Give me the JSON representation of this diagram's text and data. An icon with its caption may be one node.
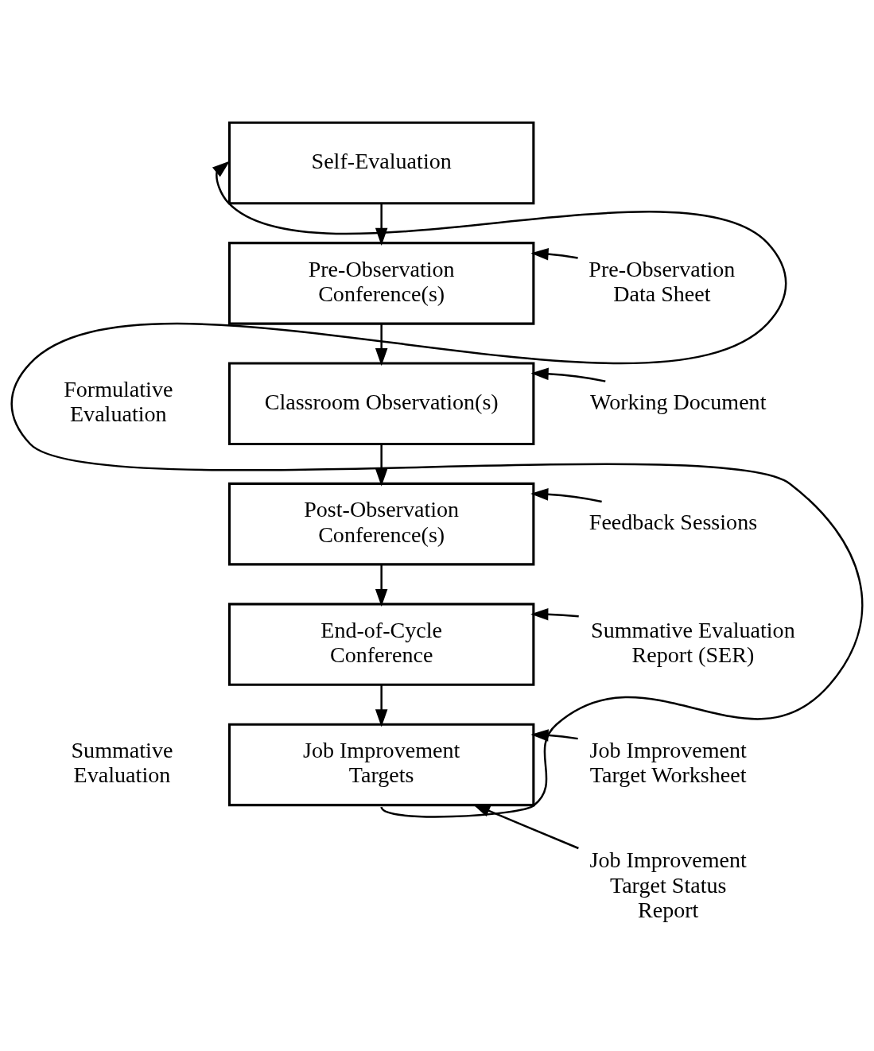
{
  "diagram": {
    "nodes": [
      {
        "text": [
          "Self-Evaluation"
        ]
      },
      {
        "text": [
          "Pre-Observation Conference(s)"
        ]
      },
      {
        "text": [
          "Classroom Observation(s)"
        ]
      },
      {
        "text": [
          "Post-Observation Conference(s)"
        ]
      },
      {
        "text": [
          "End-of-Cycle Conference"
        ]
      },
      {
        "text": [
          "Job Improvement Targets"
        ]
      },
      {
        "text": [
          "Pre-Observation Data Sheet"
        ]
      },
      {
        "text": [
          "Working Document"
        ]
      },
      {
        "text": [
          "Feedback Sessions"
        ]
      },
      {
        "text": [
          "Summative Evaluation Report (SER)"
        ]
      },
      {
        "text": [
          "Job Improvement Target Worksheet"
        ]
      },
      {
        "text": [
          "Job Improvement Target Status Report"
        ]
      }
    ],
    "edges": [
      {
        "from": 0,
        "to": 1,
        "arrow": "to"
      },
      {
        "from": 1,
        "to": 2,
        "arrow": "to"
      },
      {
        "from": 2,
        "to": 3,
        "arrow": "to"
      },
      {
        "from": 3,
        "to": 4,
        "arrow": "to"
      },
      {
        "from": 4,
        "to": 5,
        "arrow": "to"
      },
      {
        "from": 5,
        "to": 0,
        "arrow": "to"
      },
      {
        "from": 6,
        "to": 1,
        "arrow": "to"
      },
      {
        "from": 7,
        "to": 2,
        "arrow": "to"
      },
      {
        "from": 8,
        "to": 3,
        "arrow": "to"
      },
      {
        "from": 9,
        "to": 4,
        "arrow": "to"
      },
      {
        "from": 10,
        "to": 5,
        "arrow": "to"
      },
      {
        "from": 11,
        "to": 5,
        "arrow": "to"
      }
    ],
    "labels": [
      "Formulative Evaluation",
      "Summative Evaluation"
    ]
  }
}
